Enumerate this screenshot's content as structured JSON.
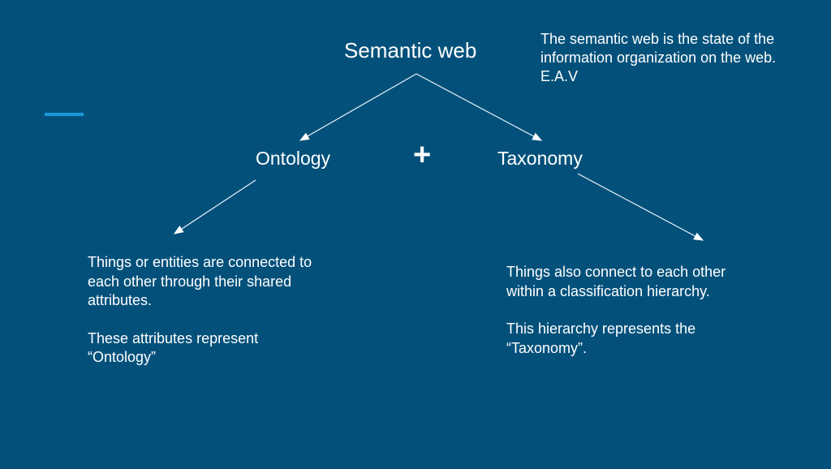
{
  "title": "Semantic web",
  "note": [
    "The semantic web is the state of the",
    "information organization on the web.",
    "E.A.V"
  ],
  "ontology": {
    "label": "Ontology",
    "body1": [
      "Things or entities are connected to",
      "each other through their shared",
      "attributes."
    ],
    "body2": [
      "These attributes represent",
      "“Ontology”"
    ]
  },
  "plus": "+",
  "taxonomy": {
    "label": "Taxonomy",
    "body1": [
      "Things also connect to each other",
      "within a classification hierarchy."
    ],
    "body2": [
      "This hierarchy represents the",
      "“Taxonomy”."
    ]
  },
  "colors": {
    "background": "#03517b",
    "accent": "#1c98d8"
  }
}
